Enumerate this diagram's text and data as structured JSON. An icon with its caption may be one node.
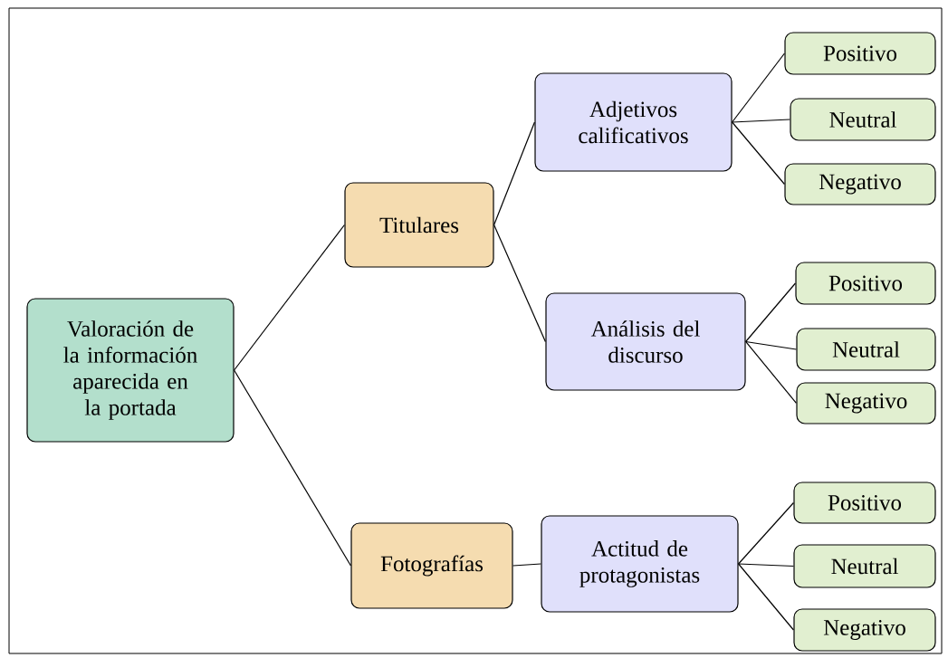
{
  "diagram": {
    "nodes": [
      {
        "text": [
          "Valoración de la información aparecida en la portada"
        ]
      },
      {
        "text": [
          "Titulares"
        ]
      },
      {
        "text": [
          "Adjetivos calificativos"
        ]
      },
      {
        "text": [
          "Positivo"
        ]
      },
      {
        "text": [
          "Neutral"
        ]
      },
      {
        "text": [
          "Negativo"
        ]
      },
      {
        "text": [
          "Análisis del discurso"
        ]
      },
      {
        "text": [
          "Positivo"
        ]
      },
      {
        "text": [
          "Neutral"
        ]
      },
      {
        "text": [
          "Negativo"
        ]
      },
      {
        "text": [
          "Fotografías"
        ]
      },
      {
        "text": [
          "Actitud de protagonistas"
        ]
      },
      {
        "text": [
          "Positivo"
        ]
      },
      {
        "text": [
          "Neutral"
        ]
      },
      {
        "text": [
          "Negativo"
        ]
      }
    ],
    "edges": [
      {
        "from": 0,
        "to": 1,
        "arrow": "none"
      },
      {
        "from": 0,
        "to": 10,
        "arrow": "none"
      },
      {
        "from": 1,
        "to": 2,
        "arrow": "none"
      },
      {
        "from": 1,
        "to": 6,
        "arrow": "none"
      },
      {
        "from": 2,
        "to": 3,
        "arrow": "none"
      },
      {
        "from": 2,
        "to": 4,
        "arrow": "none"
      },
      {
        "from": 2,
        "to": 5,
        "arrow": "none"
      },
      {
        "from": 6,
        "to": 7,
        "arrow": "none"
      },
      {
        "from": 6,
        "to": 8,
        "arrow": "none"
      },
      {
        "from": 6,
        "to": 9,
        "arrow": "none"
      },
      {
        "from": 10,
        "to": 11,
        "arrow": "none"
      },
      {
        "from": 11,
        "to": 12,
        "arrow": "none"
      },
      {
        "from": 11,
        "to": 13,
        "arrow": "none"
      },
      {
        "from": 11,
        "to": 14,
        "arrow": "none"
      }
    ]
  }
}
